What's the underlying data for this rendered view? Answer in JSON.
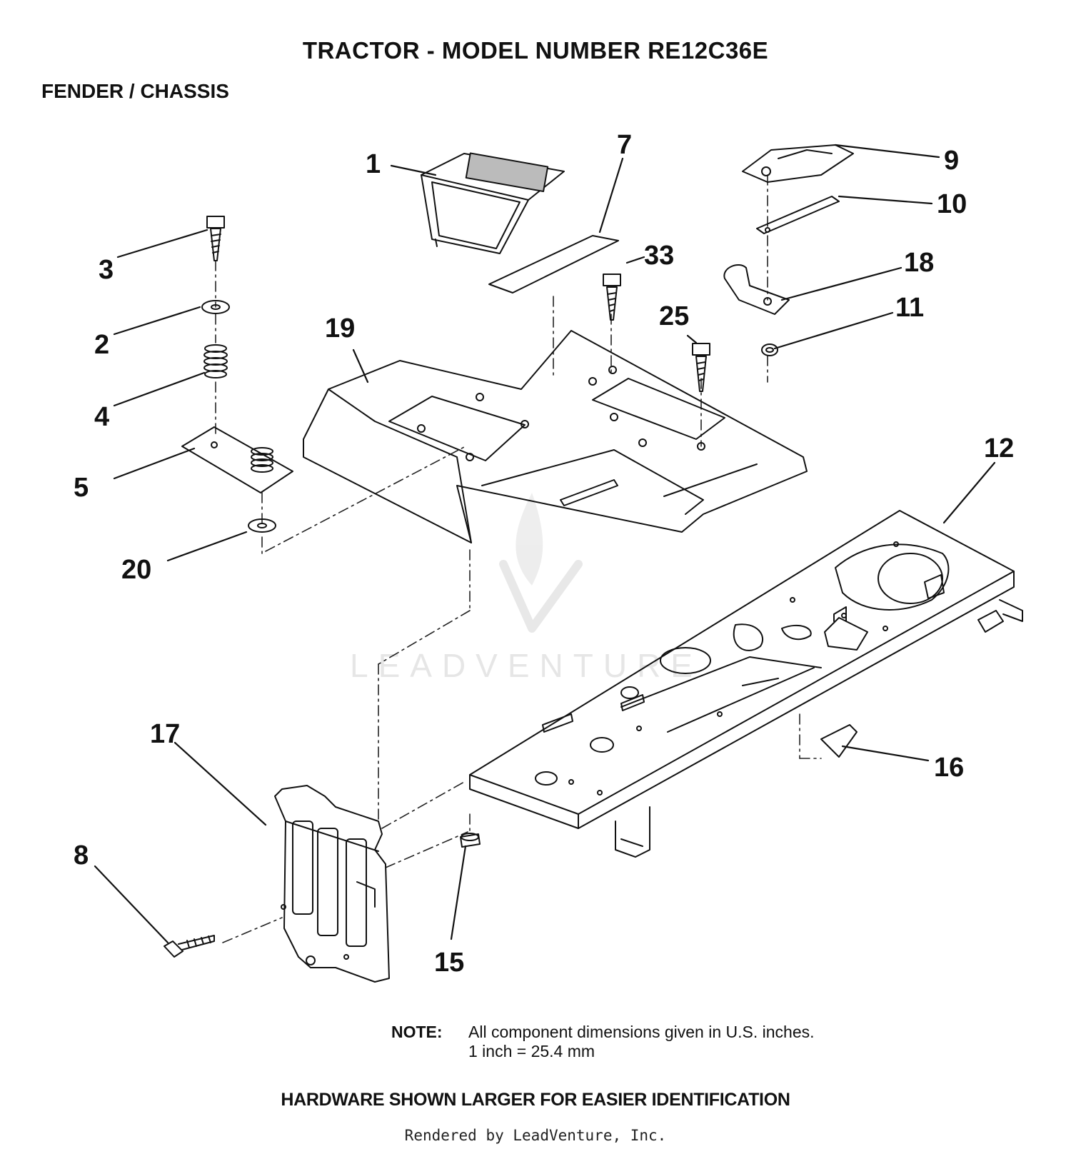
{
  "title": "TRACTOR  - MODEL NUMBER RE12C36E",
  "subtitle": "FENDER / CHASSIS",
  "callouts": {
    "p1": "1",
    "p2": "2",
    "p3": "3",
    "p4": "4",
    "p5": "5",
    "p7": "7",
    "p8": "8",
    "p9": "9",
    "p10": "10",
    "p11": "11",
    "p12": "12",
    "p15": "15",
    "p16": "16",
    "p17": "17",
    "p18": "18",
    "p19": "19",
    "p20": "20",
    "p25": "25",
    "p33": "33"
  },
  "note": {
    "label": "NOTE:",
    "line1": "All component dimensions given in U.S. inches.",
    "line2": "1 inch = 25.4 mm"
  },
  "hardware_note": "HARDWARE SHOWN LARGER FOR EASIER IDENTIFICATION",
  "credit": "Rendered by LeadVenture, Inc.",
  "watermark": "LEADVENTURE"
}
